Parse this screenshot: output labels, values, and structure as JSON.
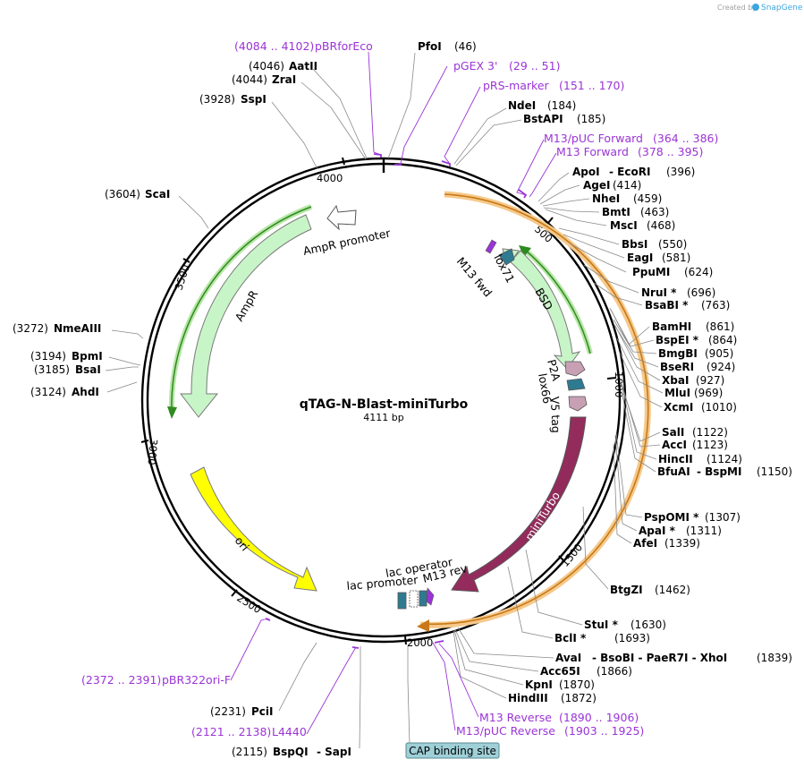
{
  "watermark": {
    "prefix": "Created by",
    "brand": "SnapGene"
  },
  "plasmid": {
    "name": "qTAG-N-Blast-miniTurbo",
    "size": "4111 bp"
  },
  "ticks": [
    "500",
    "1000",
    "1500",
    "2000",
    "2500",
    "3000",
    "3500",
    "4000"
  ],
  "sites_top": [
    {
      "name": "PfoI",
      "pos": "(46)"
    },
    {
      "name": "NdeI",
      "pos": "(184)"
    },
    {
      "name": "BstAPI",
      "pos": "(185)"
    },
    {
      "name": "ApoI",
      "extra": "- EcoRI",
      "pos": "(396)"
    },
    {
      "name": "AgeI",
      "pos": "(414)"
    },
    {
      "name": "NheI",
      "pos": "(459)"
    },
    {
      "name": "BmtI",
      "pos": "(463)"
    },
    {
      "name": "MscI",
      "pos": "(468)"
    },
    {
      "name": "BbsI",
      "pos": "(550)"
    },
    {
      "name": "EagI",
      "pos": "(581)"
    },
    {
      "name": "PpuMI",
      "pos": "(624)"
    },
    {
      "name": "NruI *",
      "pos": "(696)"
    },
    {
      "name": "BsaBI *",
      "pos": "(763)"
    },
    {
      "name": "BamHI",
      "pos": "(861)"
    },
    {
      "name": "BspEI *",
      "pos": "(864)"
    },
    {
      "name": "BmgBI",
      "pos": "(905)"
    },
    {
      "name": "BseRI",
      "pos": "(924)"
    },
    {
      "name": "XbaI",
      "pos": "(927)"
    },
    {
      "name": "MluI",
      "pos": "(969)"
    },
    {
      "name": "XcmI",
      "pos": "(1010)"
    },
    {
      "name": "SalI",
      "pos": "(1122)"
    },
    {
      "name": "AccI",
      "pos": "(1123)"
    },
    {
      "name": "HincII",
      "pos": "(1124)"
    },
    {
      "name": "BfuAI",
      "extra": "- BspMI",
      "pos": "(1150)"
    },
    {
      "name": "PspOMI *",
      "pos": "(1307)"
    },
    {
      "name": "ApaI *",
      "pos": "(1311)"
    },
    {
      "name": "AfeI",
      "pos": "(1339)"
    },
    {
      "name": "BtgZI",
      "pos": "(1462)"
    },
    {
      "name": "StuI *",
      "pos": "(1630)"
    },
    {
      "name": "BclI *",
      "pos": "(1693)"
    },
    {
      "name": "AvaI",
      "extra": "- BsoBI - PaeR7I - XhoI",
      "pos": "(1839)"
    },
    {
      "name": "Acc65I",
      "pos": "(1866)"
    },
    {
      "name": "KpnI",
      "pos": "(1870)"
    },
    {
      "name": "HindIII",
      "pos": "(1872)"
    }
  ],
  "sites_left": [
    {
      "name": "AatII",
      "pos": "(4046)"
    },
    {
      "name": "ZraI",
      "pos": "(4044)"
    },
    {
      "name": "SspI",
      "pos": "(3928)"
    },
    {
      "name": "ScaI",
      "pos": "(3604)"
    },
    {
      "name": "NmeAIII",
      "pos": "(3272)"
    },
    {
      "name": "BpmI",
      "pos": "(3194)"
    },
    {
      "name": "BsaI",
      "pos": "(3185)"
    },
    {
      "name": "AhdI",
      "pos": "(3124)"
    },
    {
      "name": "PciI",
      "pos": "(2231)"
    },
    {
      "name": "BspQI",
      "extra": "- SapI",
      "pos": "(2115)"
    }
  ],
  "primers": [
    {
      "name": "pBRforEco",
      "range": "(4084 .. 4102)"
    },
    {
      "name": "pGEX 3'",
      "range": "(29 .. 51)"
    },
    {
      "name": "pRS-marker",
      "range": "(151 .. 170)"
    },
    {
      "name": "M13/pUC Forward",
      "range": "(364 .. 386)"
    },
    {
      "name": "M13 Forward",
      "range": "(378 .. 395)"
    },
    {
      "name": "M13 Reverse",
      "range": "(1890 .. 1906)"
    },
    {
      "name": "M13/pUC Reverse",
      "range": "(1903 .. 1925)"
    },
    {
      "name": "L4440",
      "range": "(2121 .. 2138)"
    },
    {
      "name": "pBR322ori-F",
      "range": "(2372 .. 2391)"
    }
  ],
  "features": {
    "ampr_promoter": "AmpR promoter",
    "ampr": "AmpR",
    "ori": "ori",
    "bsd": "BSD",
    "lox71": "lox71",
    "m13fwd": "M13 fwd",
    "p2a": "P2A",
    "lox66": "lox66",
    "v5tag": "V5 tag",
    "miniturbo": "miniTurbo",
    "lac_operator": "lac operator",
    "lac_promoter": "lac promoter",
    "m13rev": "M13 rev",
    "cap": "CAP binding site"
  },
  "colors": {
    "ampr": "#c8f5c8",
    "ori": "#ffff00",
    "miniturbo": "#9e2f62",
    "bsd": "#c8f5c8",
    "p2a": "#c8a0b4",
    "lox": "#2e7b91",
    "primer": "#9b34d6",
    "orange_arc": "#f0a030",
    "cap_bg": "#9fd0d8"
  }
}
